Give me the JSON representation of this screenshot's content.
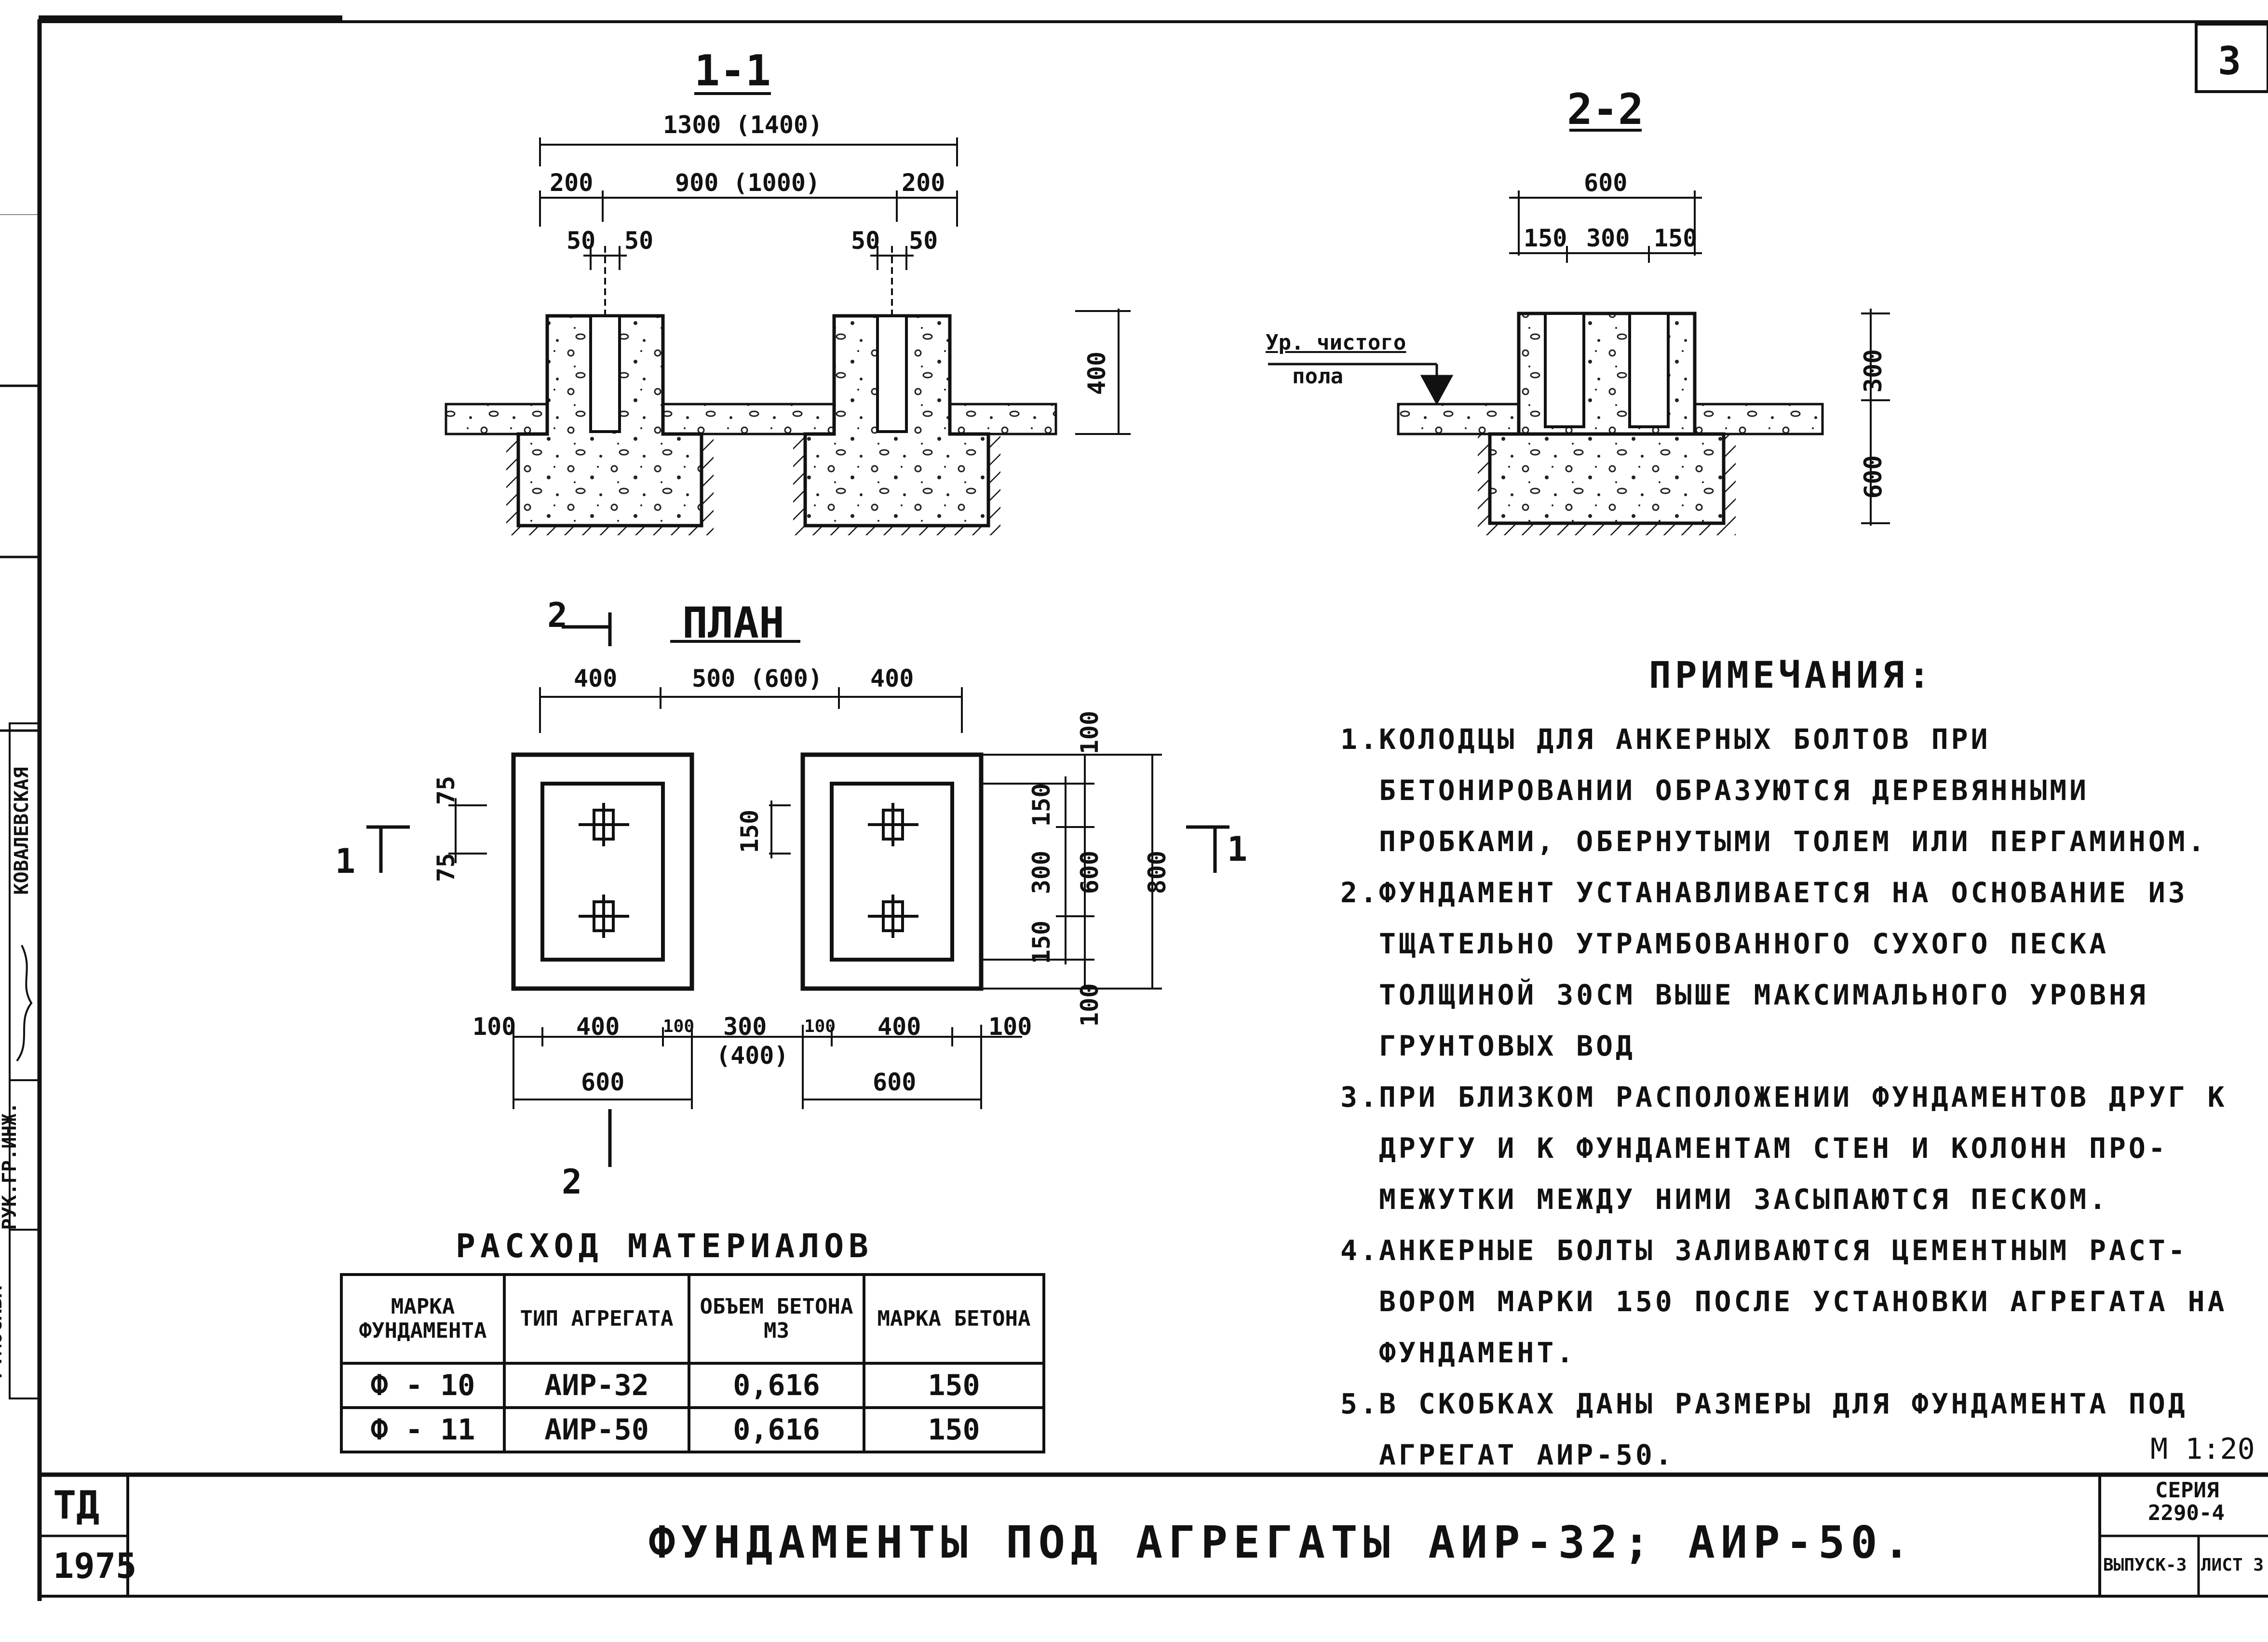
{
  "sheet_number": "3",
  "section_1_1": {
    "title": "1-1",
    "dims": {
      "total": "1300 (1400)",
      "left": "200",
      "mid": "900 (1000)",
      "right": "200",
      "left_pocket_a": "50",
      "left_pocket_b": "50",
      "right_pocket_a": "50",
      "right_pocket_b": "50",
      "height": "400"
    }
  },
  "section_2_2": {
    "title": "2-2",
    "floor_label_1": "Ур. чистого",
    "floor_label_2": "пола",
    "dims": {
      "total": "600",
      "left": "150",
      "mid": "300",
      "right": "150",
      "upper": "300",
      "full": "600"
    }
  },
  "plan": {
    "title": "ПЛАН",
    "cut_2_top": "2",
    "cut_2_bottom": "2",
    "cut_1_left": "1",
    "cut_1_right": "1",
    "top_dims": {
      "left": "400",
      "mid": "500 (600)",
      "right": "400"
    },
    "left_small_dims": {
      "a": "75",
      "b": "75"
    },
    "mid_dim": "150",
    "right_dims": {
      "a": "100",
      "b": "150",
      "c": "300",
      "d": "150",
      "e": "100",
      "inner": "600",
      "outer": "800"
    },
    "bottom_dims": {
      "l1": "100",
      "l2": "400",
      "l3": "100",
      "gap": "300",
      "gap_alt": "(400)",
      "r1": "100",
      "r2": "400",
      "r3": "100",
      "width_left": "600",
      "width_right": "600"
    }
  },
  "materials": {
    "title": "РАСХОД МАТЕРИАЛОВ",
    "headers": [
      "МАРКА ФУНДАМЕНТА",
      "ТИП АГРЕГАТА",
      "ОБЪЕМ БЕТОНА М3",
      "МАРКА БЕТОНА"
    ],
    "rows": [
      [
        "Ф - 10",
        "АИР-32",
        "0,616",
        "150"
      ],
      [
        "Ф - 11",
        "АИР-50",
        "0,616",
        "150"
      ]
    ]
  },
  "notes": {
    "title": "ПРИМЕЧАНИЯ:",
    "items": [
      {
        "num": "1.",
        "text": "КОЛОДЦЫ ДЛЯ АНКЕРНЫХ БОЛТОВ ПРИ БЕТОНИРОВАНИИ ОБРАЗУЮТСЯ ДЕРЕВЯННЫМИ ПРОБКАМИ, ОБЕРНУТЫМИ ТОЛЕМ ИЛИ ПЕРГАМИНОМ."
      },
      {
        "num": "2.",
        "text": "ФУНДАМЕНТ УСТАНАВЛИВАЕТСЯ НА ОСНОВАНИЕ ИЗ ТЩАТЕЛЬНО УТРАМБОВАННОГО СУХОГО ПЕСКА ТОЛЩИНОЙ 30СМ ВЫШЕ МАКСИМАЛЬНОГО УРОВНЯ ГРУНТОВЫХ ВОД"
      },
      {
        "num": "3.",
        "text": "ПРИ БЛИЗКОМ РАСПОЛОЖЕНИИ ФУНДАМЕНТОВ ДРУГ К ДРУГУ И К ФУНДАМЕНТАМ СТЕН И КОЛОНН ПРО-МЕЖУТКИ МЕЖДУ НИМИ ЗАСЫПАЮТСЯ ПЕСКОМ."
      },
      {
        "num": "4.",
        "text": "АНКЕРНЫЕ БОЛТЫ ЗАЛИВАЮТСЯ ЦЕМЕНТНЫМ РАСТ-ВОРОМ МАРКИ 150 ПОСЛЕ УСТАНОВКИ АГРЕГАТА НА ФУНДАМЕНТ."
      },
      {
        "num": "5.",
        "text": "В СКОБКАХ ДАНЫ РАЗМЕРЫ ДЛЯ ФУНДАМЕНТА ПОД АГРЕГАТ АИР-50."
      }
    ]
  },
  "scale": "М 1:20",
  "side_stamp": {
    "city": "Г.МОСКВА",
    "role": "РУК.ГР.ИНЖ.",
    "name": "КОВАЛЕВСКАЯ"
  },
  "title_block": {
    "org": "ТД",
    "year": "1975",
    "title": "ФУНДАМЕНТЫ ПОД АГРЕГАТЫ АИР-32; АИР-50.",
    "series_label": "СЕРИЯ",
    "series_value": "2290-4",
    "issue": "ВЫПУСК-3",
    "sheet_label": "ЛИСТ 3"
  }
}
